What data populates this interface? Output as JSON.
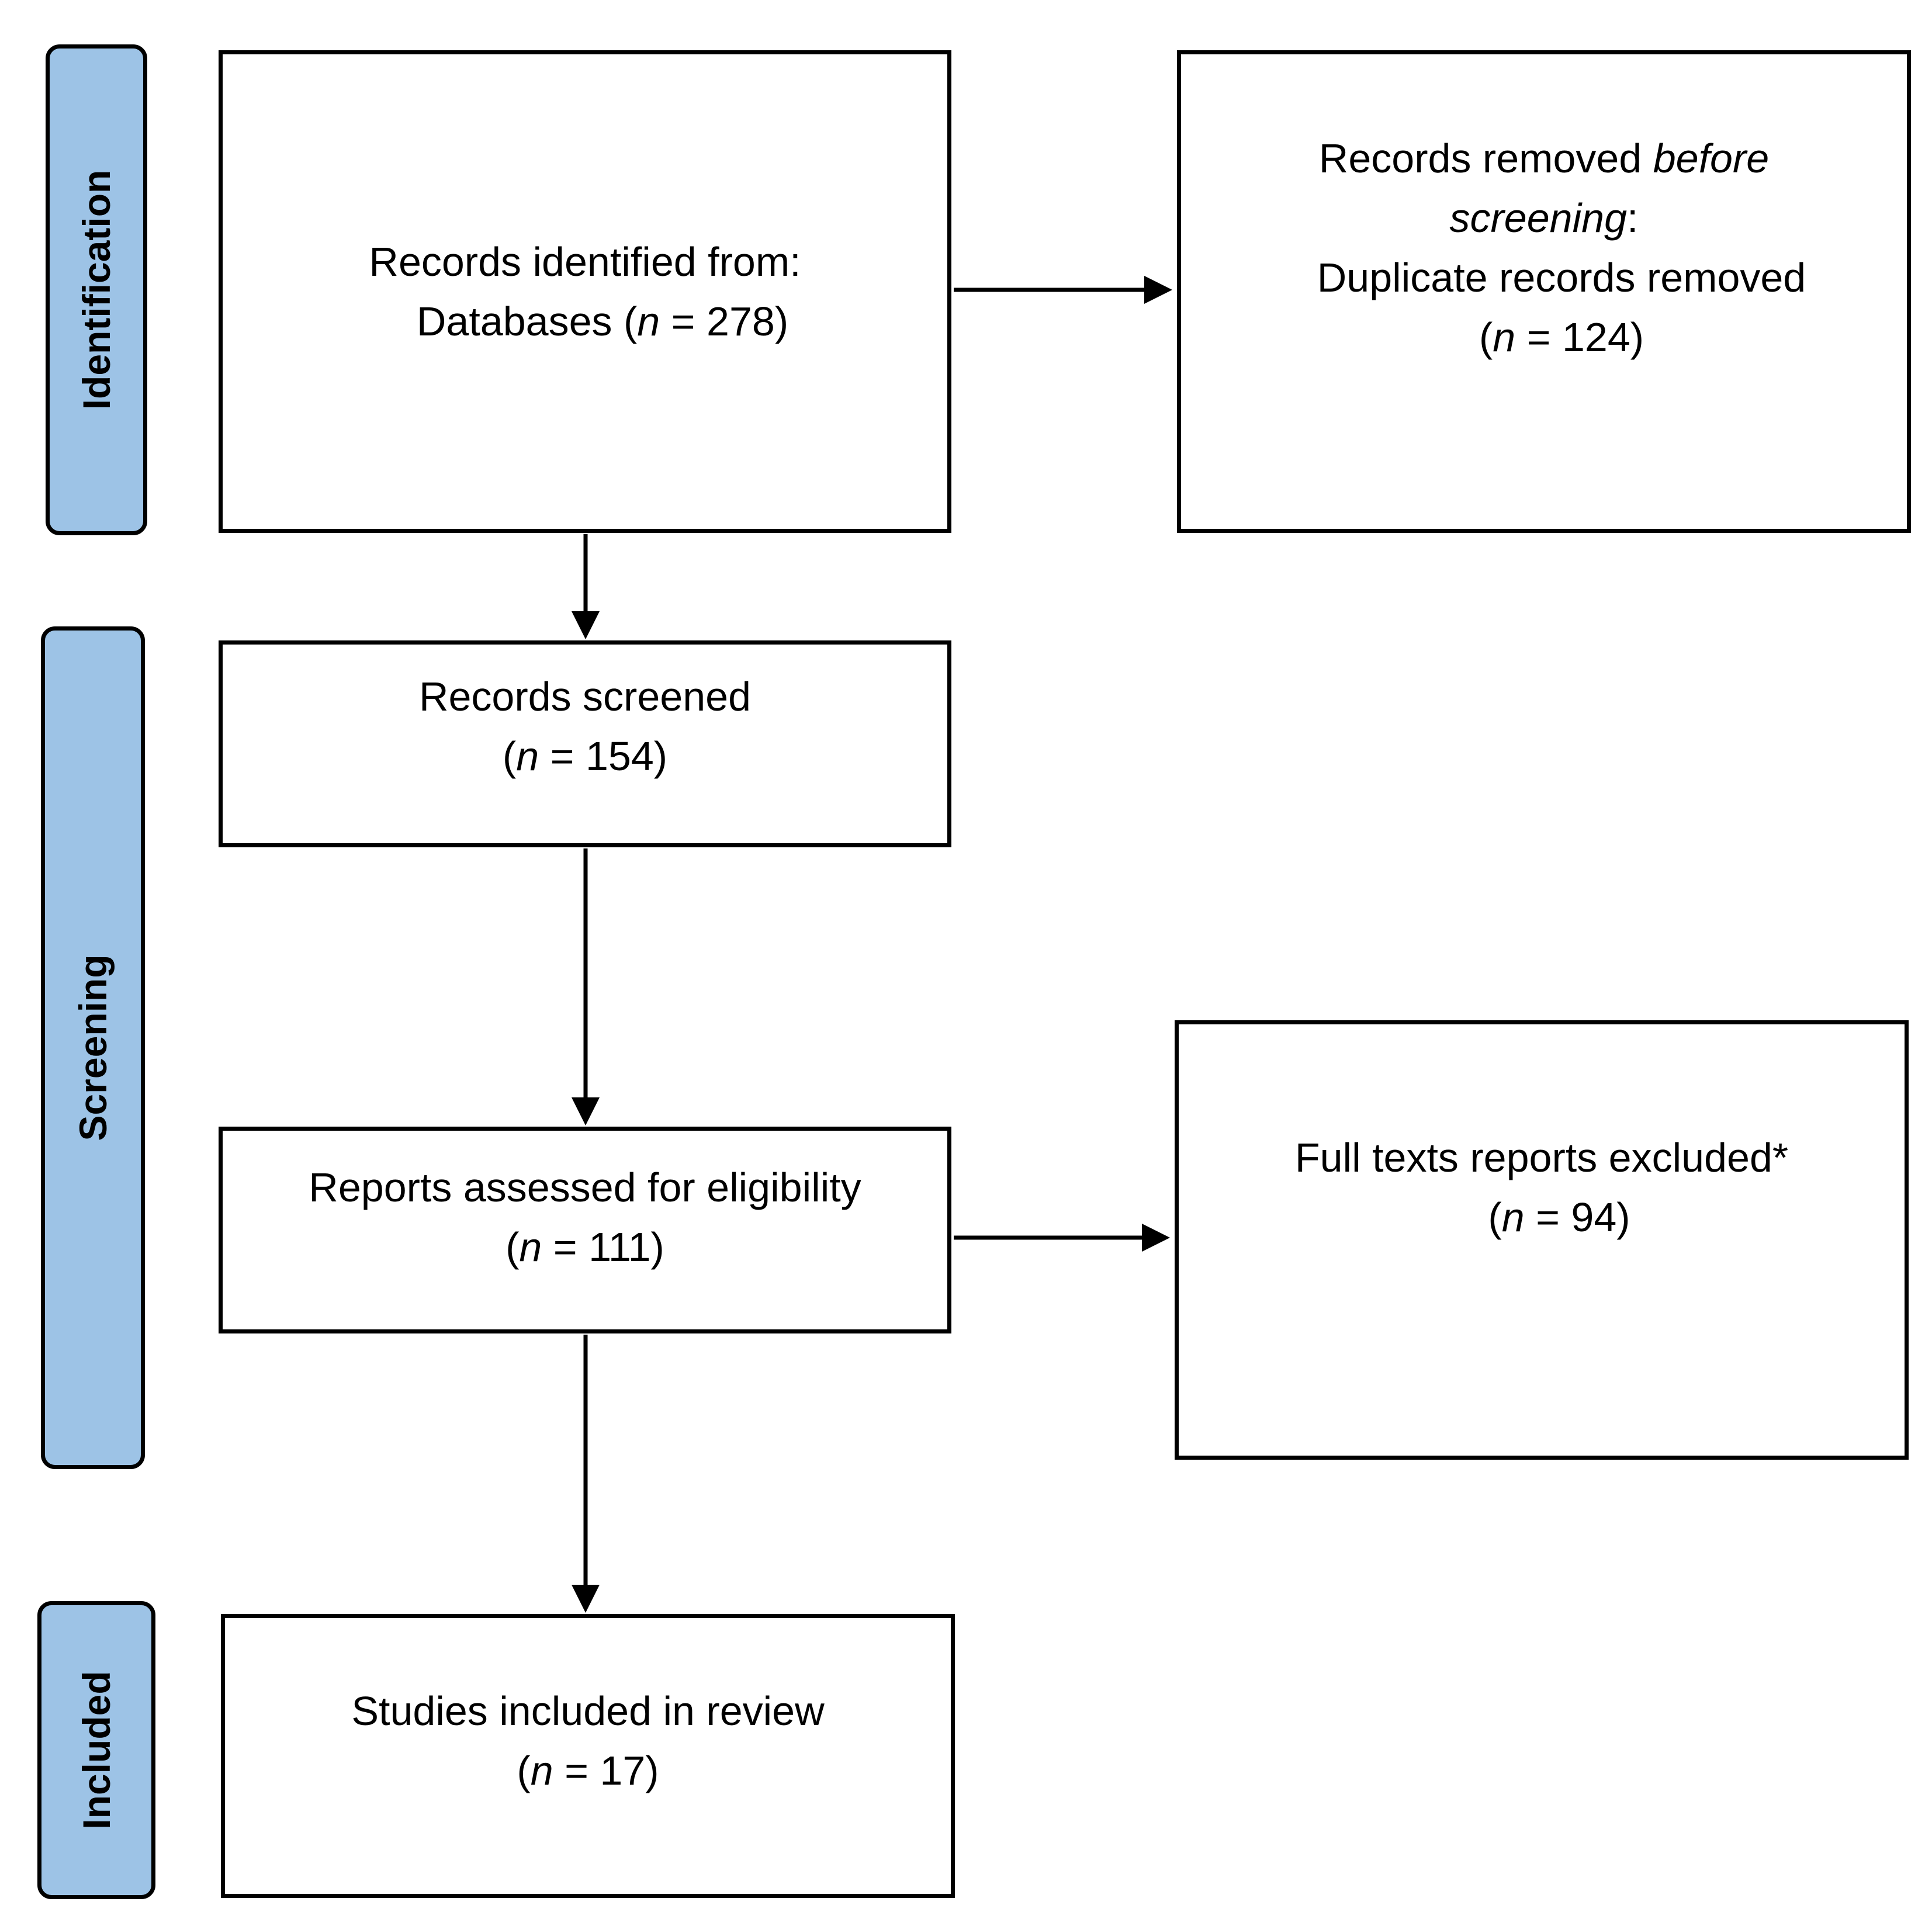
{
  "phases": {
    "identification": "Identification",
    "screening": "Screening",
    "included": "Included"
  },
  "boxes": {
    "identified": {
      "line1": "Records identified from:",
      "label": "Databases",
      "n": "278"
    },
    "removed": {
      "line1_a": "Records removed ",
      "line1_b": "before",
      "line2_a": "screening",
      "line2_b": ":",
      "line3": "Duplicate records removed",
      "n": "124"
    },
    "screened": {
      "line1": "Records screened",
      "n": "154"
    },
    "assessed": {
      "line1": "Reports assessed for eligibility",
      "n": "111"
    },
    "excluded": {
      "line1": "Full texts reports excluded*",
      "n": "94"
    },
    "included": {
      "line1": "Studies included in review",
      "n": "17"
    }
  },
  "n_symbol": "n",
  "colors": {
    "phase_fill": "#9dc3e6",
    "stroke": "#000000",
    "box_fill": "#ffffff"
  }
}
